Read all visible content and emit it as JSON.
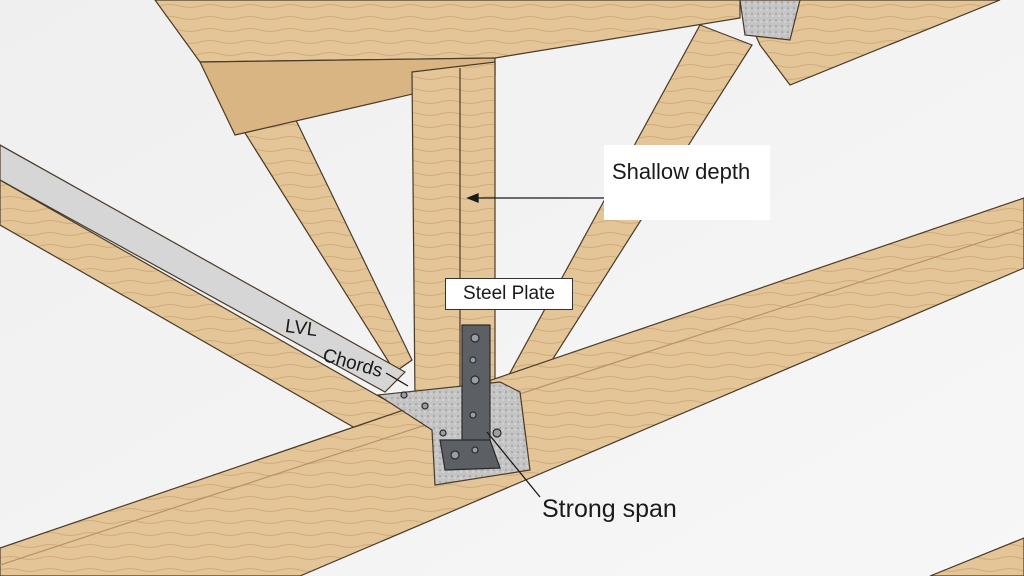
{
  "labels": {
    "shallow_depth": "Shallow depth",
    "steel_plate": "Steel Plate",
    "lvl": "LVL",
    "chords": "Chords",
    "strong_span": "Strong span"
  },
  "colors": {
    "wood": "#e3c396",
    "wood_dark": "#c9a272",
    "steel": "#5c5f63",
    "gusset": "#b9b9b9",
    "background": "#f4f4f4"
  }
}
